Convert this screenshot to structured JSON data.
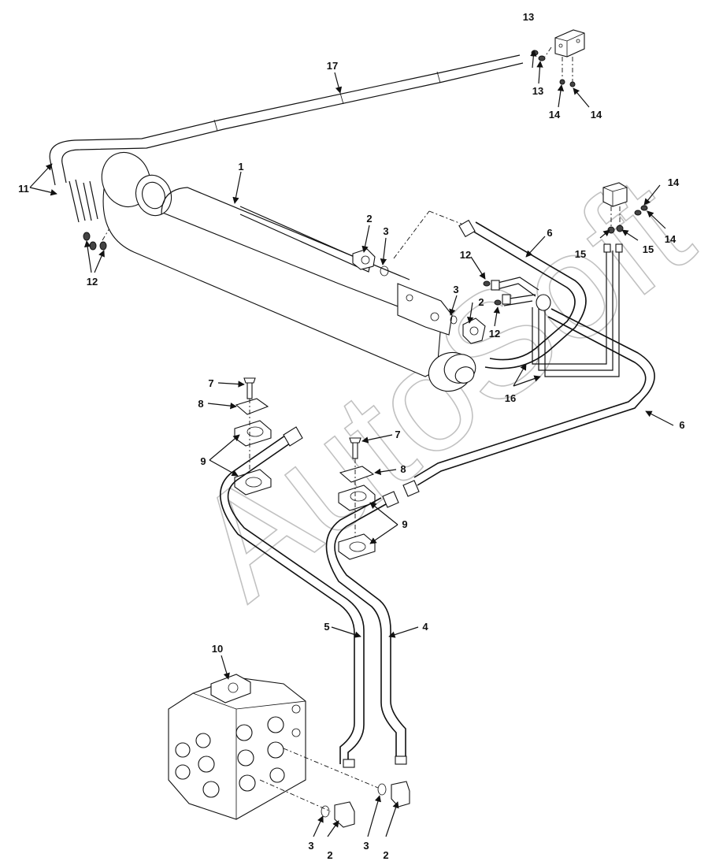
{
  "watermark": "AutoSoft",
  "callouts": {
    "c1": "1",
    "c2a": "2",
    "c2b": "2",
    "c2c": "2",
    "c2d": "2",
    "c3a": "3",
    "c3b": "3",
    "c3c": "3",
    "c3d": "3",
    "c4": "4",
    "c5": "5",
    "c6a": "6",
    "c6b": "6",
    "c7a": "7",
    "c7b": "7",
    "c8a": "8",
    "c8b": "8",
    "c9a": "9",
    "c9b": "9",
    "c10": "10",
    "c11": "11",
    "c12a": "12",
    "c12b": "12",
    "c12c": "12",
    "c13a": "13",
    "c13b": "13",
    "c14a": "14",
    "c14b": "14",
    "c14c": "14",
    "c14d": "14",
    "c15a": "15",
    "c15b": "15",
    "c16": "16",
    "c17": "17"
  }
}
